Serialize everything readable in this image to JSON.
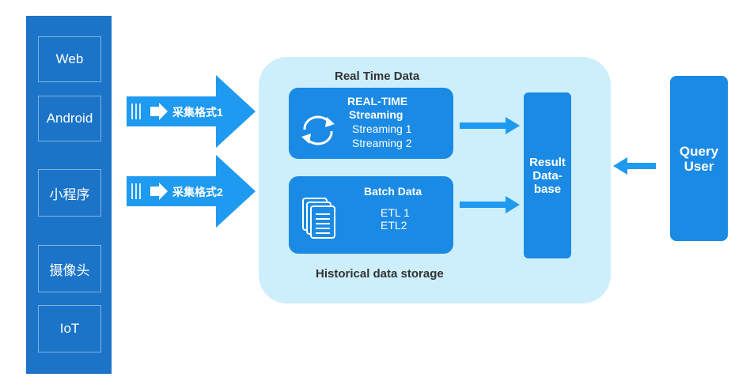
{
  "sources": {
    "items": [
      {
        "label": "Web"
      },
      {
        "label": "Android"
      },
      {
        "label": "小程序"
      },
      {
        "label": "摄像头"
      },
      {
        "label": "IoT"
      }
    ]
  },
  "arrows": {
    "format1": "采集格式1",
    "format2": "采集格式2"
  },
  "center": {
    "top_title": "Real Time Data",
    "bottom_title": "Historical data storage",
    "streaming": {
      "title_line1": "REAL-TIME",
      "title_line2": "Streaming",
      "item1": "Streaming 1",
      "item2": "Streaming 2"
    },
    "batch": {
      "title": "Batch Data",
      "item1": "ETL 1",
      "item2": "ETL2"
    },
    "result": {
      "line1": "Result",
      "line2": "Data-",
      "line3": "base"
    }
  },
  "query": {
    "line1": "Query",
    "line2": "User"
  },
  "colors": {
    "source_panel": "#1b74c8",
    "arrow": "#1e9af0",
    "box": "#1a8ae5",
    "center_bg": "#cdeefb"
  }
}
